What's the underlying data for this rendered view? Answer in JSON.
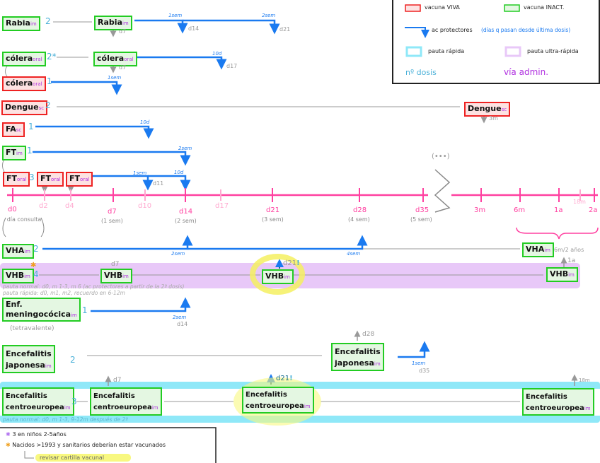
{
  "colors": {
    "live": "#ee2222",
    "inactivated": "#22cc22",
    "protective": "#1a7af0",
    "rapid": "#8fe8f8",
    "ultra_rapid": "#e8c8f8",
    "timeline": "#ff40a0",
    "doses": "#4ab0d8",
    "route": "#b030e0"
  },
  "legend": {
    "live": "vacuna VIVA",
    "inactivated": "vacuna INACT.",
    "protective": "ac protectores",
    "protective_note": "(días q pasan desde última dosis)",
    "rapid": "pauta rápida",
    "ultra_rapid": "pauta ultra-rápida",
    "doses": "nº dosis",
    "route": "vía admin."
  },
  "timeline": {
    "major": [
      "d0",
      "d7",
      "d14",
      "d21",
      "d28",
      "d35",
      "3m",
      "6m",
      "1a",
      "2a"
    ],
    "minor": [
      "d2",
      "d4",
      "d10",
      "d17",
      "18m"
    ],
    "sub": [
      "día consulta",
      "(1 sem)",
      "(2 sem)",
      "(3 sem)",
      "(4 sem)",
      "(5 sem)"
    ],
    "gap": "(•••)"
  },
  "rabia": {
    "name": "Rabia",
    "route": "im",
    "doses": "2",
    "d7": "d7",
    "l1": "1sem",
    "d14": "d14",
    "l2": "2sem",
    "d21": "d21"
  },
  "colera_inact": {
    "name": "cólera",
    "route": "oral",
    "doses": "2*",
    "d7": "d7",
    "l1": "10d",
    "d17": "d17"
  },
  "colera_viva": {
    "name": "cólera",
    "route": "oral",
    "doses": "1",
    "l1": "1sem"
  },
  "dengue": {
    "name": "Dengue",
    "route": "sc",
    "doses": "2",
    "m3": "3m"
  },
  "fa": {
    "name": "FA",
    "route": "sc",
    "doses": "1",
    "l1": "10d"
  },
  "ft_im": {
    "name": "FT",
    "route": "im",
    "doses": "1",
    "l1": "2sem"
  },
  "ft_oral": {
    "name": "FT",
    "route": "oral",
    "doses": "3",
    "l1": "1sem",
    "d11": "d11",
    "l2": "10d"
  },
  "vha": {
    "name": "VHA",
    "route": "im",
    "doses": "2",
    "l1": "2sem",
    "l2": "4sem",
    "booster": "6m/2 años"
  },
  "vhb": {
    "name": "VHB",
    "route": "im",
    "doses": "4",
    "d7": "d7",
    "d21": "d21",
    "excl": "!",
    "a1": "1a",
    "note1": "pauta normal: d0, m 1-3, m 6 (ac protectores a partir de la 2ª dosis)",
    "note2": "pauta rápida: d0, m1, m2, recuerdo en 6-12m"
  },
  "meningo": {
    "name1": "Enf.",
    "name2": "meningocócica",
    "route": "im",
    "doses": "1",
    "l1": "2sem",
    "d14": "d14",
    "type": "(tetravalente)"
  },
  "japonesa": {
    "name1": "Encefalitis",
    "name2": "japonesa",
    "route": "im",
    "doses": "2",
    "d28": "d28",
    "l1": "1sem",
    "d35": "d35"
  },
  "centro": {
    "name1": "Encefalitis",
    "name2": "centroeuropea",
    "route": "im",
    "doses": "3",
    "d7": "d7",
    "d21": "d21",
    "excl": "!",
    "m18": "18m",
    "note": "pauta normal: d0, m 1-3, 9-12m después de 2ª"
  },
  "footnotes": {
    "f1": "3 en niños 2-5años",
    "f2": "Nacidos >1993 y sanitarios deberían estar vacunados",
    "f3": "revisar cartilla vacunal"
  }
}
